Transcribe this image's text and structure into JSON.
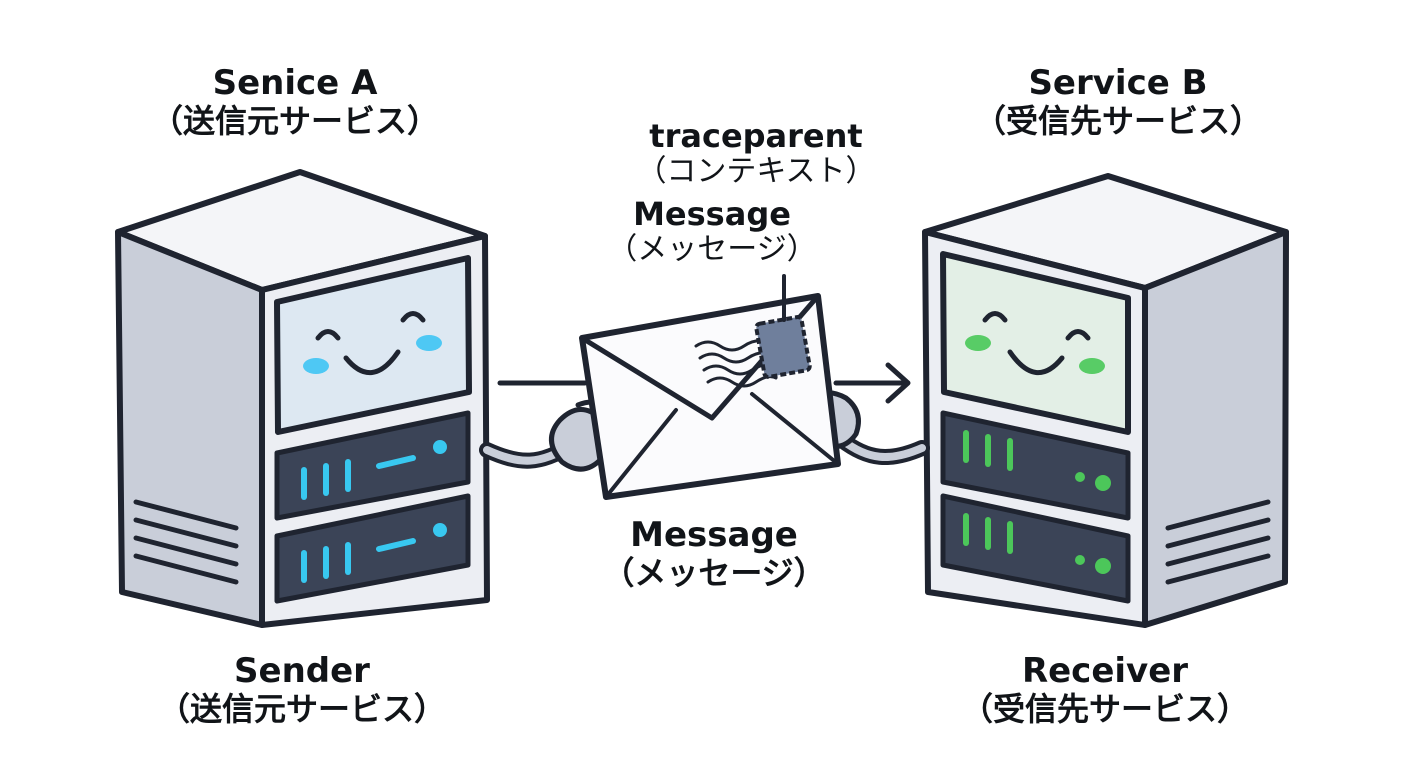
{
  "labels": {
    "service_a": {
      "name": "Senice A",
      "role": "（送信元サービス）"
    },
    "service_b": {
      "name": "Service B",
      "role": "（受信先サービス）"
    },
    "traceparent": {
      "name": "traceparent",
      "role": "（コンテキスト）"
    },
    "message_top": {
      "name": "Message",
      "role": "（メッセージ）"
    },
    "message_bottom": {
      "name": "Message",
      "role": "（メッセージ）"
    },
    "sender": {
      "name": "Sender",
      "role": "（送信元サービス）"
    },
    "receiver": {
      "name": "Receiver",
      "role": "（受信先サービス）"
    }
  },
  "colors": {
    "outline": "#1f2430",
    "server_face": "#eceef3",
    "server_side": "#c9ced9",
    "server_top": "#f4f5f8",
    "screen_a": "#dde8f2",
    "screen_b": "#e3efe6",
    "drive": "#3b4457",
    "led_a": "#38c8f0",
    "led_b": "#4cc75a",
    "cheek_a": "#4ec8f4",
    "cheek_b": "#58cc66",
    "stamp": "#6f7f9c",
    "envelope": "#fbfbfd"
  },
  "icons": {
    "server_a": "server-icon",
    "server_b": "server-icon",
    "envelope": "envelope-icon",
    "stamp": "stamp-icon",
    "arrow": "arrow-right-icon"
  }
}
